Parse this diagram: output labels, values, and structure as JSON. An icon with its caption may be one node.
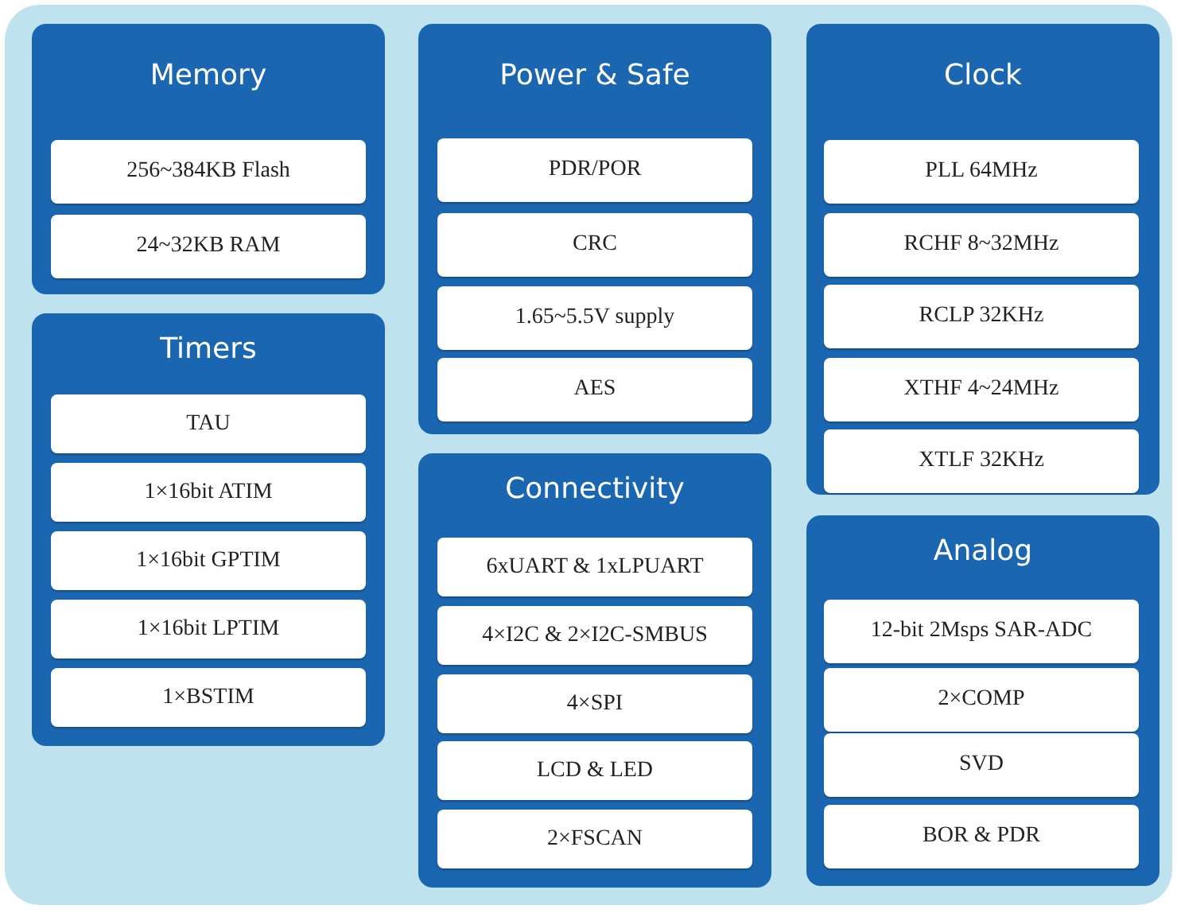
{
  "diagram": {
    "nodes": [
      {
        "text": [
          "Memory"
        ]
      },
      {
        "text": [
          "256~384KB Flash"
        ],
        "in": 0
      },
      {
        "text": [
          "24~32KB RAM"
        ],
        "in": 0
      },
      {
        "text": [
          "Power & Safe"
        ]
      },
      {
        "text": [
          "PDR/POR"
        ],
        "in": 3
      },
      {
        "text": [
          "CRC"
        ],
        "in": 3
      },
      {
        "text": [
          "1.65~5.5V supply"
        ],
        "in": 3
      },
      {
        "text": [
          "AES"
        ],
        "in": 3
      },
      {
        "text": [
          "Clock"
        ]
      },
      {
        "text": [
          "PLL 64MHz"
        ],
        "in": 8
      },
      {
        "text": [
          "RCHF 8~32MHz"
        ],
        "in": 8
      },
      {
        "text": [
          "RCLP 32KHz"
        ],
        "in": 8
      },
      {
        "text": [
          "XTHF 4~24MHz"
        ],
        "in": 8
      },
      {
        "text": [
          "XTLF 32KHz"
        ],
        "in": 8
      },
      {
        "text": [
          "Timers"
        ]
      },
      {
        "text": [
          "TAU"
        ],
        "in": 14
      },
      {
        "text": [
          "1×16bit ATIM"
        ],
        "in": 14
      },
      {
        "text": [
          "1×16bit GPTIM"
        ],
        "in": 14
      },
      {
        "text": [
          "1×16bit LPTIM"
        ],
        "in": 14
      },
      {
        "text": [
          "1×BSTIM"
        ],
        "in": 14
      },
      {
        "text": [
          "Connectivity"
        ]
      },
      {
        "text": [
          "6xUART & 1xLPUART"
        ],
        "in": 20
      },
      {
        "text": [
          "4×I2C & 2×I2C-SMBUS"
        ],
        "in": 20
      },
      {
        "text": [
          "4×SPI"
        ],
        "in": 20
      },
      {
        "text": [
          "LCD & LED"
        ],
        "in": 20
      },
      {
        "text": [
          "2×FSCAN"
        ],
        "in": 20
      },
      {
        "text": [
          "Analog"
        ]
      },
      {
        "text": [
          "12-bit 2Msps SAR-ADC"
        ],
        "in": 26
      },
      {
        "text": [
          "2×COMP"
        ],
        "in": 26
      },
      {
        "text": [
          "SVD"
        ],
        "in": 26
      },
      {
        "text": [
          "BOR & PDR"
        ],
        "in": 26
      }
    ]
  }
}
